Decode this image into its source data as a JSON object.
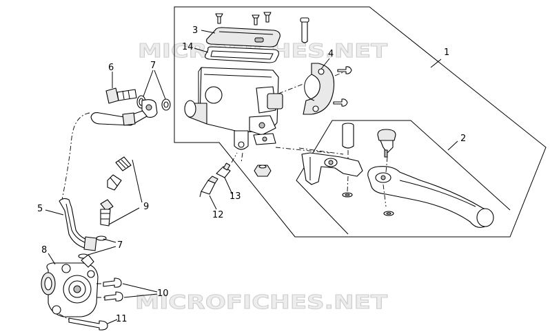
{
  "watermark": {
    "top": "MICROFICHES.NET",
    "bottom": "MICROFICHES.NET"
  },
  "callouts": {
    "c1": "1",
    "c2": "2",
    "c3": "3",
    "c4": "4",
    "c5": "5",
    "c6": "6",
    "c7a": "7",
    "c7b": "7",
    "c8": "8",
    "c9": "9",
    "c10": "10",
    "c11": "11",
    "c12": "12",
    "c13": "13",
    "c14": "14"
  },
  "colors": {
    "line": "#000000",
    "background": "#ffffff",
    "watermark": "#cdcdcd"
  }
}
